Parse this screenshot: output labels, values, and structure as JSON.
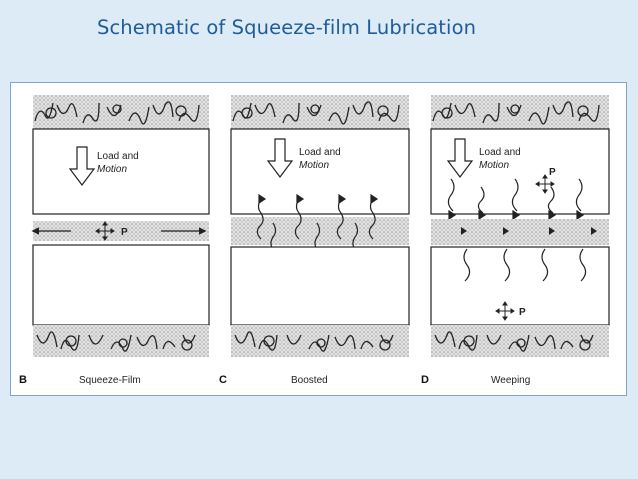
{
  "slide": {
    "title": "Schematic of Squeeze-film Lubrication"
  },
  "panels": [
    {
      "letter": "B",
      "caption": "Squeeze-Film",
      "load_label": "Load and",
      "motion_label": "Motion",
      "pressure_label": "P"
    },
    {
      "letter": "C",
      "caption": "Boosted",
      "load_label": "Load and",
      "motion_label": "Motion"
    },
    {
      "letter": "D",
      "caption": "Weeping",
      "load_label": "Load and",
      "motion_label": "Motion",
      "pressure_label_top": "P",
      "pressure_label_bottom": "P"
    }
  ],
  "colors": {
    "background": "#dcebf5",
    "title": "#1f5c99",
    "frame": "#7aa6cf",
    "fluid_stipple": "#bdbdbd",
    "ink": "#222222"
  }
}
